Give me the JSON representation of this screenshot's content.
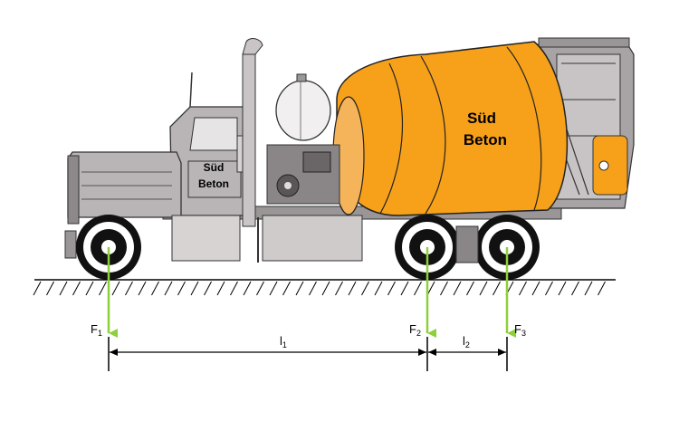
{
  "truck": {
    "drum_logo": {
      "line1": "Süd",
      "line2": "Beton"
    },
    "door_logo": {
      "line1": "Süd",
      "line2": "Beton"
    }
  },
  "forces": [
    {
      "symbol": "F",
      "sub": "1"
    },
    {
      "symbol": "F",
      "sub": "2"
    },
    {
      "symbol": "F",
      "sub": "3"
    }
  ],
  "dimensions": [
    {
      "symbol": "l",
      "sub": "1"
    },
    {
      "symbol": "l",
      "sub": "2"
    }
  ],
  "colors": {
    "drum": "#f7a11a",
    "cab": "#b9b4b5",
    "force_arrow": "#8ecf3c",
    "tire": "#111111"
  }
}
